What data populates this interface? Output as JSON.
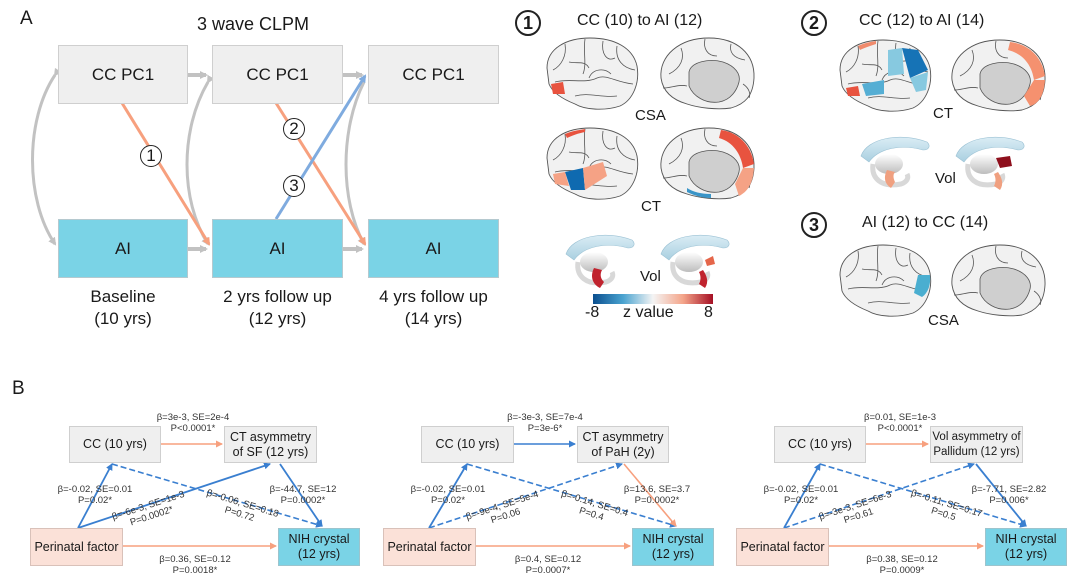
{
  "panel_a": {
    "letter": "A",
    "title": "3 wave CLPM",
    "cc_boxes": [
      "CC PC1",
      "CC PC1",
      "CC PC1"
    ],
    "ai_boxes": [
      "AI",
      "AI",
      "AI"
    ],
    "waves": [
      {
        "label": "Baseline",
        "age": "(10 yrs)"
      },
      {
        "label": "2 yrs follow up",
        "age": "(12 yrs)"
      },
      {
        "label": "4 yrs follow up",
        "age": "(14 yrs)"
      }
    ],
    "path_markers": [
      "1",
      "2",
      "3"
    ],
    "colors": {
      "positive_path": "#f7a07e",
      "negative_path": "#7fabdf",
      "autoregressive": "#c2c2c2",
      "cc_fill": "#efefef",
      "ai_fill": "#7ad3e6"
    }
  },
  "brain_panels": [
    {
      "number": "1",
      "title": "CC (10) to AI (12)",
      "measures": [
        "CSA",
        "CT",
        "Vol"
      ]
    },
    {
      "number": "2",
      "title": "CC (12) to AI (14)",
      "measures": [
        "CT",
        "Vol"
      ]
    },
    {
      "number": "3",
      "title": "AI (12) to CC (14)",
      "measures": [
        "CSA"
      ]
    }
  ],
  "colorbar": {
    "min": "-8",
    "max": "8",
    "label": "z value",
    "colors": [
      "#0b4f8f",
      "#4aa3d0",
      "#f4f4f4",
      "#f4a58a",
      "#a50f24"
    ]
  },
  "panel_b": {
    "letter": "B",
    "models": [
      {
        "cc": "CC (10 yrs)",
        "mediator": [
          "CT asymmetry",
          "of SF (12 yrs)"
        ],
        "perinatal": "Perinatal factor",
        "outcome": [
          "NIH crystal",
          "(12 yrs)"
        ],
        "cc_to_mediator": [
          "β=3e-3, SE=2e-4",
          "P<0.0001*"
        ],
        "peri_to_cc": [
          "β=-0.02, SE=0.01",
          "P=0.02*"
        ],
        "peri_to_mediator": [
          "β=-6e-3, SE=1e-3",
          "P=0.0002*"
        ],
        "cc_to_outcome": [
          "β=-0.06, SE=0.18",
          "P=0.72"
        ],
        "mediator_to_outcome": [
          "β=-44.7, SE=12",
          "P=0.0002*"
        ],
        "peri_to_outcome": [
          "β=0.36, SE=0.12",
          "P=0.0018*"
        ]
      },
      {
        "cc": "CC (10 yrs)",
        "mediator": [
          "CT asymmetry",
          "of PaH (2y)"
        ],
        "perinatal": "Perinatal factor",
        "outcome": [
          "NIH crystal",
          "(12 yrs)"
        ],
        "cc_to_mediator": [
          "β=-3e-3, SE=7e-4",
          "P=3e-6*"
        ],
        "peri_to_cc": [
          "β=-0.02, SE=0.01",
          "P=0.02*"
        ],
        "peri_to_mediator": [
          "β=-9e-4, SE=5e-4",
          "P=0.06"
        ],
        "cc_to_outcome": [
          "β=-0.14, SE=0.4",
          "P=0.4"
        ],
        "mediator_to_outcome": [
          "β=13.6, SE=3.7",
          "P=0.0002*"
        ],
        "peri_to_outcome": [
          "β=0.4, SE=0.12",
          "P=0.0007*"
        ]
      },
      {
        "cc": "CC (10 yrs)",
        "mediator": [
          "Vol asymmetry of",
          "Pallidum (12 yrs)"
        ],
        "perinatal": "Perinatal factor",
        "outcome": [
          "NIH crystal",
          "(12 yrs)"
        ],
        "cc_to_mediator": [
          "β=0.01, SE=1e-3",
          "P<0.0001*"
        ],
        "peri_to_cc": [
          "β=-0.02, SE=0.01",
          "P=0.02*"
        ],
        "peri_to_mediator": [
          "β=-3e-3, SE=6e-3",
          "P=0.61"
        ],
        "cc_to_outcome": [
          "β=-0.11, SE=0.17",
          "P=0.5"
        ],
        "mediator_to_outcome": [
          "β=-7.71, SE=2.82",
          "P=0.006*"
        ],
        "peri_to_outcome": [
          "β=0.38, SE=0.12",
          "P=0.0009*"
        ]
      }
    ]
  }
}
